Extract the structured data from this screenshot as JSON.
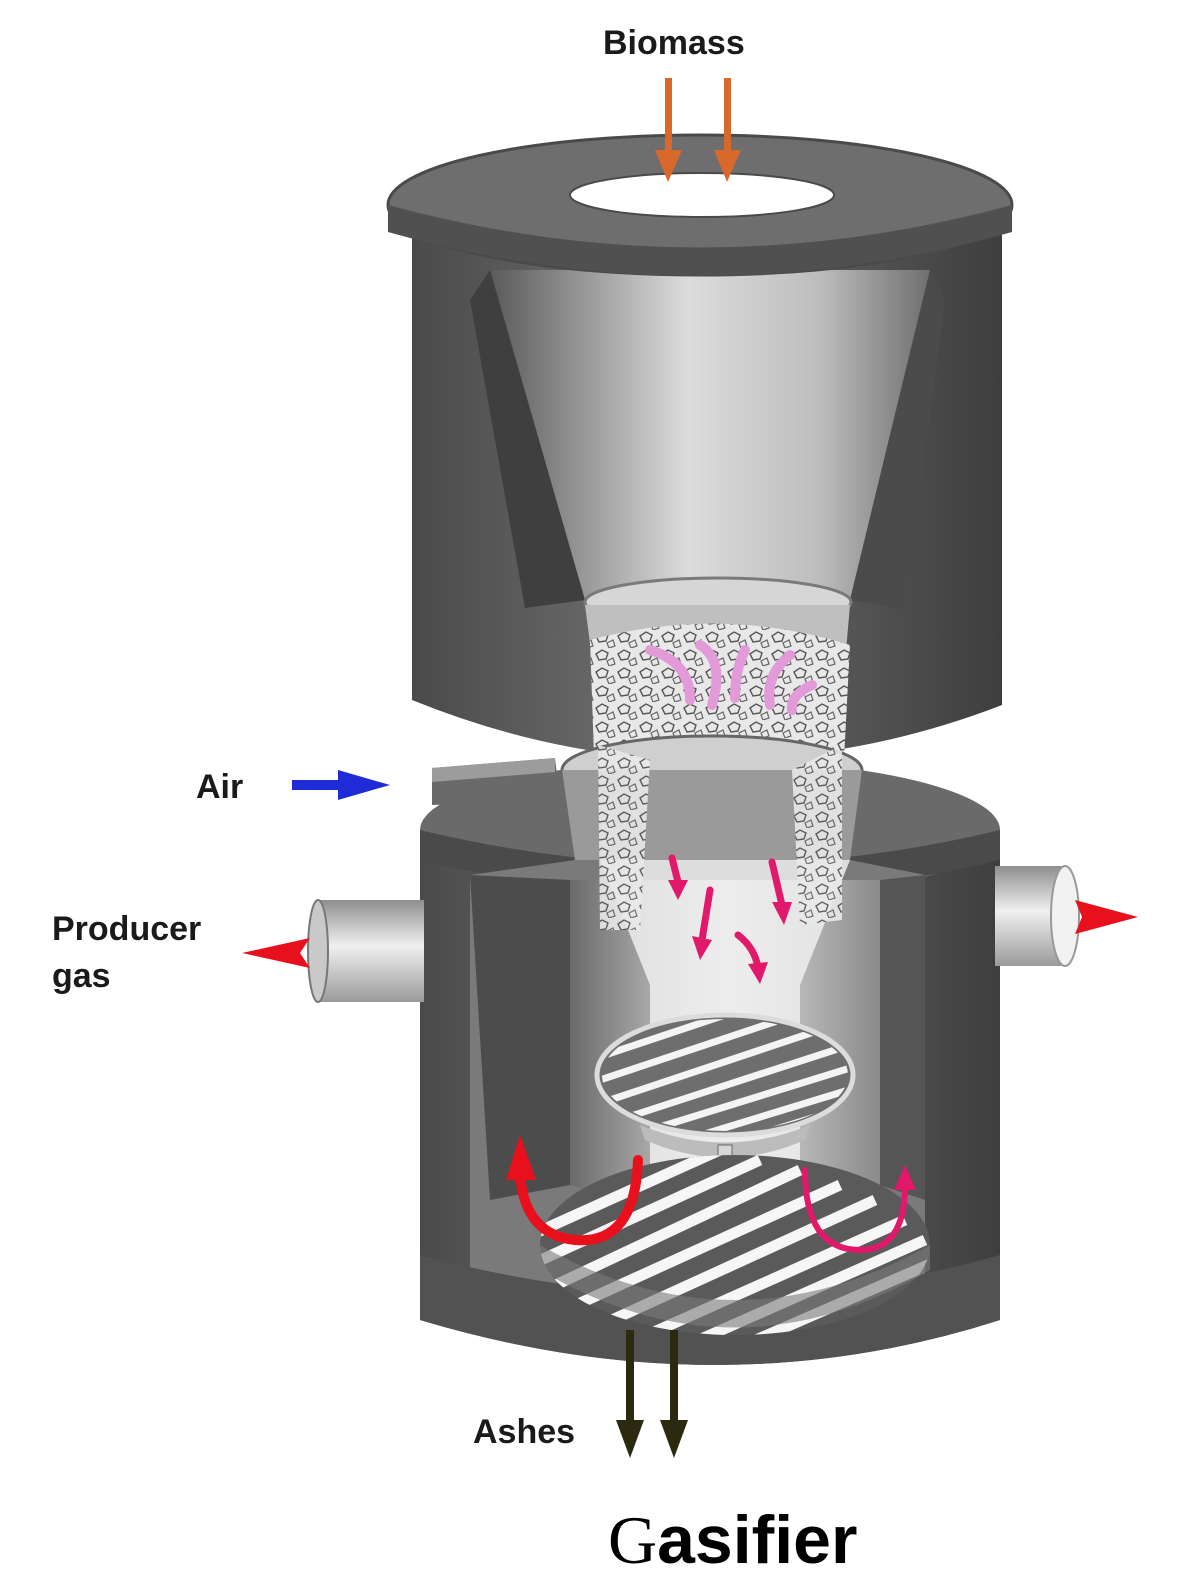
{
  "labels": {
    "biomass": "Biomass",
    "air": "Air",
    "producer_gas_line1": "Producer",
    "producer_gas_line2": "gas",
    "ashes": "Ashes"
  },
  "caption": {
    "first_letter": "G",
    "rest": "asifier"
  },
  "colors": {
    "biomass_arrow": "#d9692a",
    "air_arrow": "#1f2bd6",
    "producer_gas_arrow": "#e8101c",
    "ash_arrow": "#2b2a10",
    "pyrolysis_arrows": "#e29ad8",
    "oxidation_arrows": "#f2a045",
    "reduction_arrows": "#e2196a",
    "recirculation_arrow": "#e8101c"
  }
}
